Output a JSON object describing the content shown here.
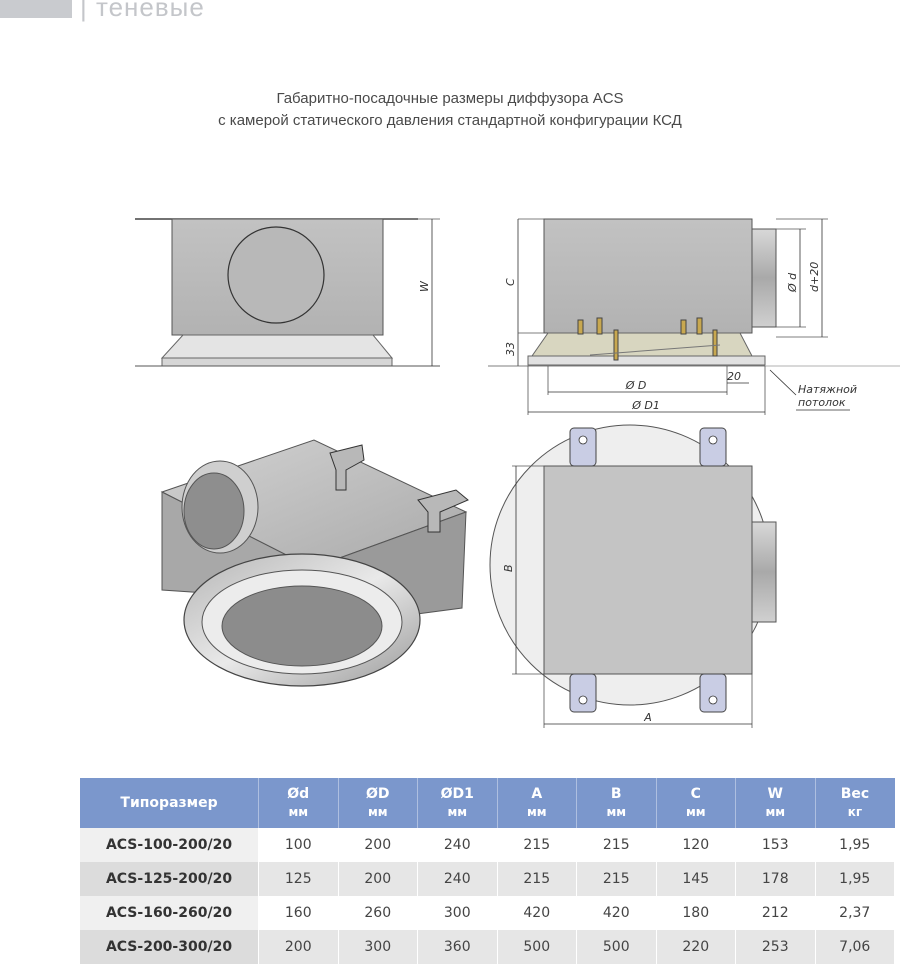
{
  "header": {
    "section_label": "| теневые"
  },
  "title": {
    "line1": "Габаритно-посадочные размеры диффузора ACS",
    "line2": "с камерой статического давления стандартной конфигурации КСД"
  },
  "drawing_labels": {
    "w": "W",
    "c": "C",
    "d": "Ø d",
    "d20": "d+20",
    "h33": "33",
    "D": "Ø D",
    "D1": "Ø D1",
    "gap20": "20",
    "ceiling_line1": "Натяжной",
    "ceiling_line2": "потолок",
    "b": "B",
    "a": "A"
  },
  "table": {
    "headers": [
      {
        "name": "Типоразмер",
        "unit": ""
      },
      {
        "name": "Ød",
        "unit": "мм"
      },
      {
        "name": "ØD",
        "unit": "мм"
      },
      {
        "name": "ØD1",
        "unit": "мм"
      },
      {
        "name": "A",
        "unit": "мм"
      },
      {
        "name": "B",
        "unit": "мм"
      },
      {
        "name": "C",
        "unit": "мм"
      },
      {
        "name": "W",
        "unit": "мм"
      },
      {
        "name": "Вес",
        "unit": "кг"
      }
    ],
    "rows": [
      [
        "ACS-100-200/20",
        "100",
        "200",
        "240",
        "215",
        "215",
        "120",
        "153",
        "1,95"
      ],
      [
        "ACS-125-200/20",
        "125",
        "200",
        "240",
        "215",
        "215",
        "145",
        "178",
        "1,95"
      ],
      [
        "ACS-160-260/20",
        "160",
        "260",
        "300",
        "420",
        "420",
        "180",
        "212",
        "2,37"
      ],
      [
        "ACS-200-300/20",
        "200",
        "300",
        "360",
        "500",
        "500",
        "220",
        "253",
        "7,06"
      ]
    ]
  }
}
